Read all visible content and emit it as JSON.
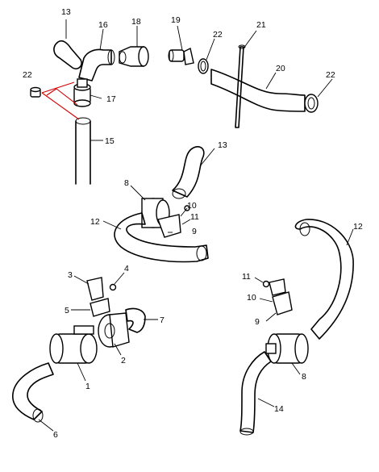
{
  "accent_color": "#d40000",
  "callouts": {
    "c13a": "13",
    "c16": "16",
    "c18": "18",
    "c19": "19",
    "c22a": "22",
    "c21": "21",
    "c22b": "22",
    "c17": "17",
    "c20": "20",
    "c22c": "22",
    "c15": "15",
    "c13b": "13",
    "c8a": "8",
    "c10a": "10",
    "c11a": "11",
    "c12a": "12",
    "c9a": "9",
    "c3": "3",
    "c4": "4",
    "c5": "5",
    "c7": "7",
    "c2": "2",
    "c1": "1",
    "c6": "6",
    "c12b": "12",
    "c11b": "11",
    "c10b": "10",
    "c9b": "9",
    "c8b": "8",
    "c14": "14"
  }
}
